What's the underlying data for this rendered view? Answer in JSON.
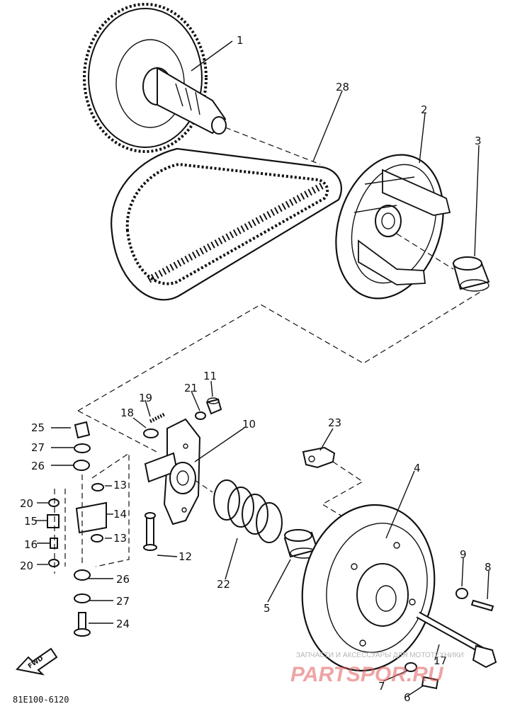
{
  "diagram": {
    "part_code": "81E100-6120",
    "fwd_label": "FWD",
    "watermark": {
      "line1": "ЗАПЧАСТИ И АКСЕССУАРЫ ДЛЯ МОТОТЕХНИКИ",
      "line2": "PARTSPOR.RU"
    },
    "callouts": [
      "1",
      "2",
      "3",
      "4",
      "5",
      "6",
      "7",
      "8",
      "9",
      "10",
      "11",
      "12",
      "13",
      "13",
      "14",
      "15",
      "16",
      "17",
      "18",
      "19",
      "20",
      "20",
      "21",
      "22",
      "23",
      "24",
      "25",
      "26",
      "26",
      "27",
      "27",
      "28"
    ]
  }
}
